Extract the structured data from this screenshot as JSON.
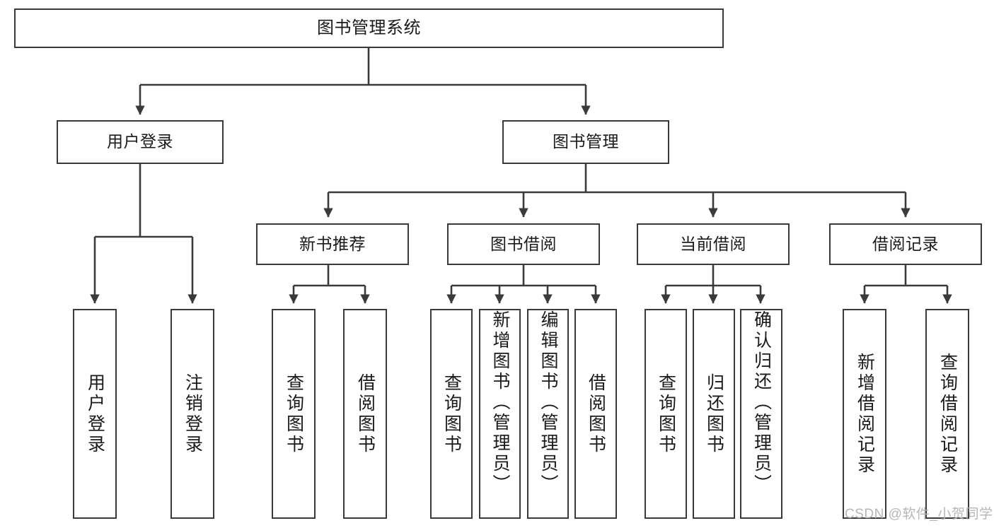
{
  "diagram": {
    "type": "tree-hierarchy",
    "title": "图书管理系统",
    "root": {
      "id": "root",
      "label": "图书管理系统",
      "orientation": "horizontal"
    },
    "level2": [
      {
        "id": "user-login",
        "label": "用户登录",
        "orientation": "horizontal"
      },
      {
        "id": "book-manage",
        "label": "图书管理",
        "orientation": "horizontal"
      }
    ],
    "level3": [
      {
        "id": "new-book-rec",
        "label": "新书推荐",
        "orientation": "horizontal",
        "parent": "book-manage"
      },
      {
        "id": "book-borrow",
        "label": "图书借阅",
        "orientation": "horizontal",
        "parent": "book-manage"
      },
      {
        "id": "current-borrow",
        "label": "当前借阅",
        "orientation": "horizontal",
        "parent": "book-manage"
      },
      {
        "id": "borrow-record",
        "label": "借阅记录",
        "orientation": "horizontal",
        "parent": "book-manage"
      }
    ],
    "leaves": [
      {
        "id": "leaf-user-login",
        "label": "用户登录",
        "parent": "user-login",
        "orientation": "vertical"
      },
      {
        "id": "leaf-user-logout",
        "label": "注销登录",
        "parent": "user-login",
        "orientation": "vertical"
      },
      {
        "id": "leaf-query-book-1",
        "label": "查询图书",
        "parent": "new-book-rec",
        "orientation": "vertical"
      },
      {
        "id": "leaf-borrow-book-1",
        "label": "借阅图书",
        "parent": "new-book-rec",
        "orientation": "vertical"
      },
      {
        "id": "leaf-query-book-2",
        "label": "查询图书",
        "parent": "book-borrow",
        "orientation": "vertical"
      },
      {
        "id": "leaf-add-book",
        "label": "新增图书（管理员）",
        "parent": "book-borrow",
        "orientation": "vertical"
      },
      {
        "id": "leaf-edit-book",
        "label": "编辑图书（管理员）",
        "parent": "book-borrow",
        "orientation": "vertical"
      },
      {
        "id": "leaf-borrow-book-2",
        "label": "借阅图书",
        "parent": "book-borrow",
        "orientation": "vertical"
      },
      {
        "id": "leaf-query-book-3",
        "label": "查询图书",
        "parent": "current-borrow",
        "orientation": "vertical"
      },
      {
        "id": "leaf-return-book",
        "label": "归还图书",
        "parent": "current-borrow",
        "orientation": "vertical"
      },
      {
        "id": "leaf-confirm-return",
        "label": "确认归还（管理员）",
        "parent": "current-borrow",
        "orientation": "vertical"
      },
      {
        "id": "leaf-add-record",
        "label": "新增借阅记录",
        "parent": "borrow-record",
        "orientation": "vertical"
      },
      {
        "id": "leaf-query-record",
        "label": "查询借阅记录",
        "parent": "borrow-record",
        "orientation": "vertical"
      }
    ],
    "colors": {
      "stroke": "#3a3a3a",
      "fill": "#ffffff",
      "text": "#1a1a1a",
      "watermark": "#b6b6b6"
    }
  },
  "watermark": {
    "text": "CSDN @软件_小贺同学"
  }
}
